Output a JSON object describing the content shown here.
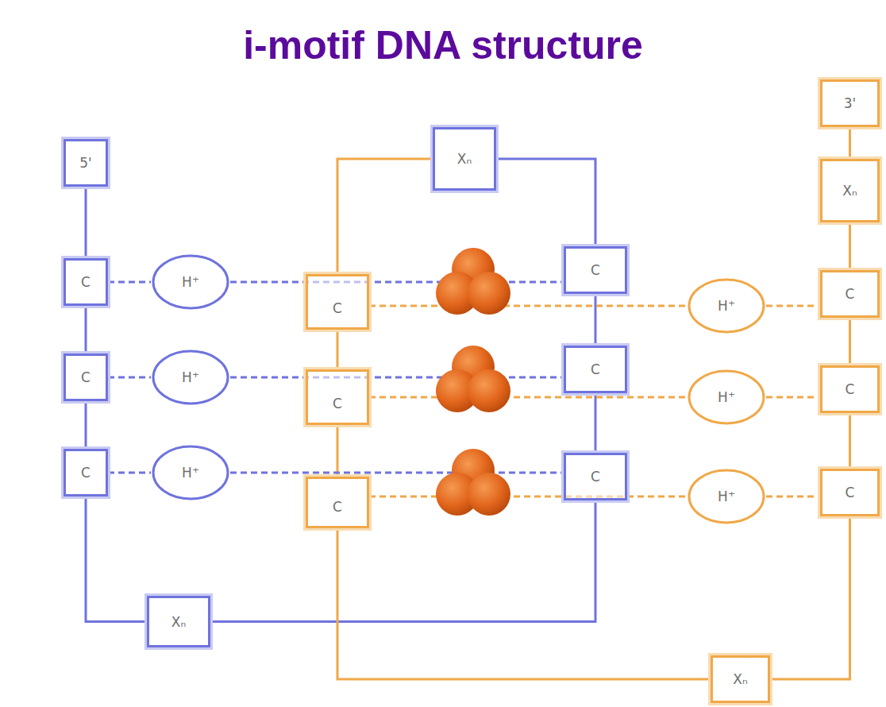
{
  "diagram": {
    "title": "i-motif DNA structure",
    "nodes": [
      {
        "text": [
          "5'"
        ]
      },
      {
        "text": [
          "Xₙ"
        ]
      },
      {
        "text": [
          "3'"
        ]
      },
      {
        "text": [
          "Xₙ"
        ]
      },
      {
        "text": [
          "C"
        ]
      },
      {
        "text": [
          "H⁺"
        ]
      },
      {
        "text": [
          "C"
        ]
      },
      {
        "text": [
          "C"
        ]
      },
      {
        "text": [
          "H⁺"
        ]
      },
      {
        "text": [
          "C"
        ]
      },
      {
        "text": [
          "C"
        ]
      },
      {
        "text": [
          "H⁺"
        ]
      },
      {
        "text": [
          "C"
        ]
      },
      {
        "text": [
          "C"
        ]
      },
      {
        "text": [
          "H⁺"
        ]
      },
      {
        "text": [
          "C"
        ]
      },
      {
        "text": [
          "C"
        ]
      },
      {
        "text": [
          "H⁺"
        ]
      },
      {
        "text": [
          "C"
        ]
      },
      {
        "text": [
          "C"
        ]
      },
      {
        "text": [
          "H⁺"
        ]
      },
      {
        "text": [
          "C"
        ]
      },
      {
        "text": [
          "Xₙ"
        ]
      },
      {
        "text": [
          "Xₙ"
        ]
      }
    ],
    "edges": [
      {
        "from": 0,
        "to": 4,
        "arrow": "none"
      },
      {
        "from": 4,
        "to": 10,
        "arrow": "none"
      },
      {
        "from": 10,
        "to": 16,
        "arrow": "none"
      },
      {
        "from": 16,
        "to": 22,
        "arrow": "none"
      },
      {
        "from": 22,
        "to": 19,
        "arrow": "none"
      },
      {
        "from": 19,
        "to": 13,
        "arrow": "none"
      },
      {
        "from": 13,
        "to": 7,
        "arrow": "none"
      },
      {
        "from": 7,
        "to": 1,
        "arrow": "none"
      },
      {
        "from": 1,
        "to": 6,
        "arrow": "none"
      },
      {
        "from": 6,
        "to": 12,
        "arrow": "none"
      },
      {
        "from": 12,
        "to": 18,
        "arrow": "none"
      },
      {
        "from": 18,
        "to": 23,
        "arrow": "none"
      },
      {
        "from": 23,
        "to": 21,
        "arrow": "none"
      },
      {
        "from": 21,
        "to": 15,
        "arrow": "none"
      },
      {
        "from": 15,
        "to": 9,
        "arrow": "none"
      },
      {
        "from": 9,
        "to": 3,
        "arrow": "none"
      },
      {
        "from": 3,
        "to": 2,
        "arrow": "none"
      },
      {
        "from": 4,
        "to": 5,
        "arrow": "none"
      },
      {
        "from": 5,
        "to": 7,
        "arrow": "none"
      },
      {
        "from": 6,
        "to": 8,
        "arrow": "none"
      },
      {
        "from": 8,
        "to": 9,
        "arrow": "none"
      },
      {
        "from": 10,
        "to": 11,
        "arrow": "none"
      },
      {
        "from": 11,
        "to": 13,
        "arrow": "none"
      },
      {
        "from": 12,
        "to": 14,
        "arrow": "none"
      },
      {
        "from": 14,
        "to": 15,
        "arrow": "none"
      },
      {
        "from": 16,
        "to": 17,
        "arrow": "none"
      },
      {
        "from": 17,
        "to": 19,
        "arrow": "none"
      },
      {
        "from": 18,
        "to": 20,
        "arrow": "none"
      },
      {
        "from": 20,
        "to": 21,
        "arrow": "none"
      }
    ]
  }
}
